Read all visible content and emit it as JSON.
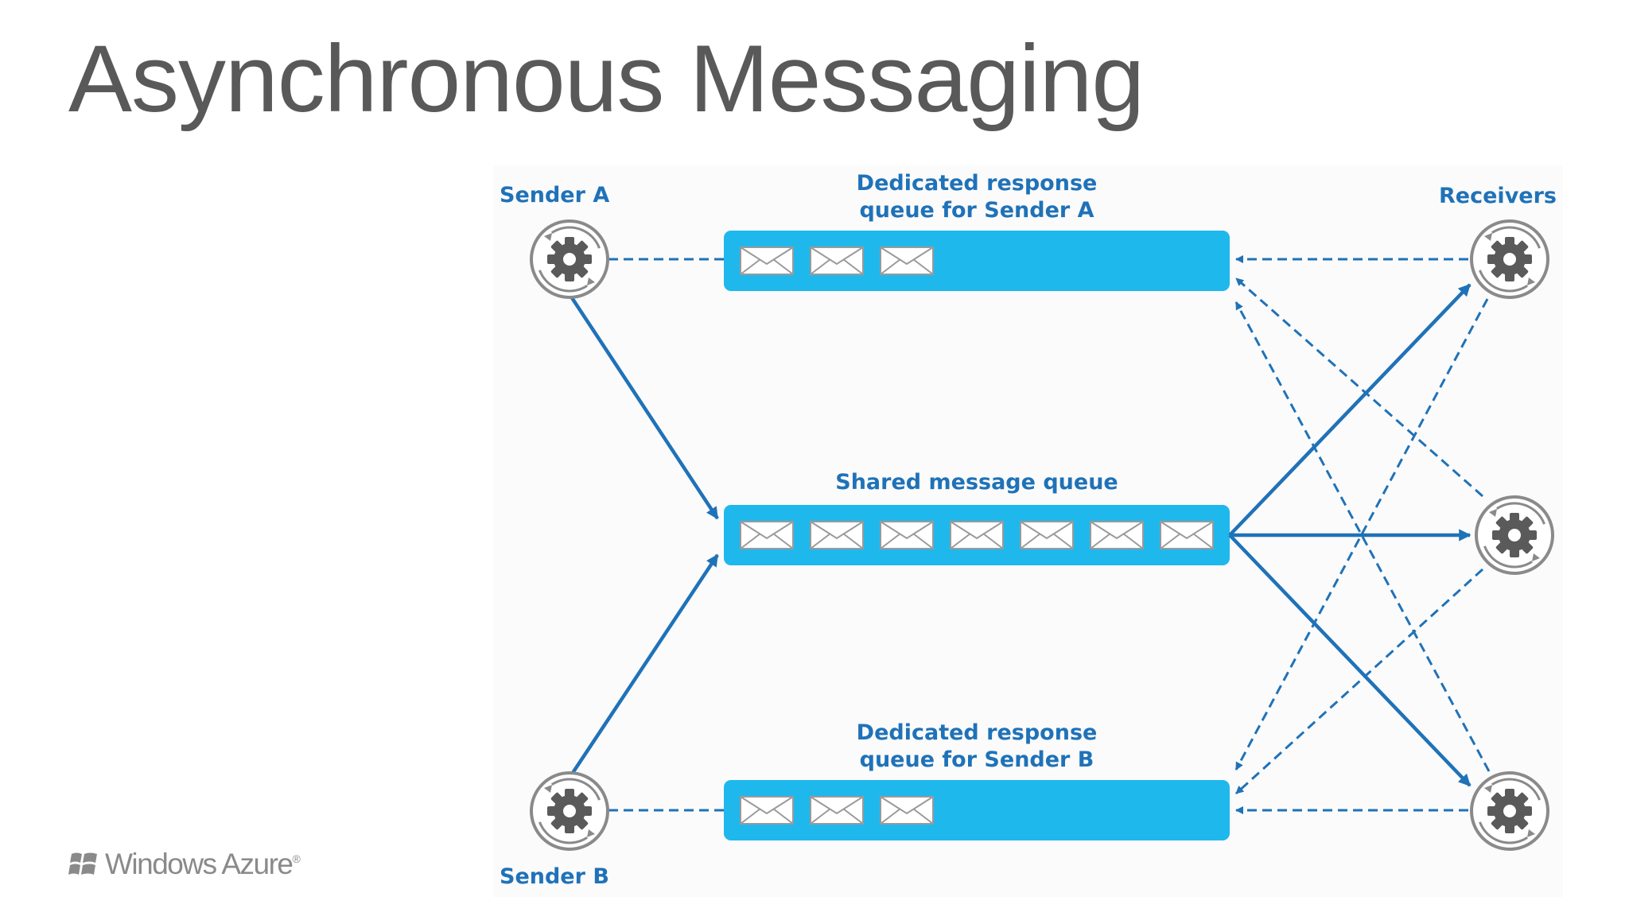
{
  "slide": {
    "title": "Asynchronous Messaging"
  },
  "diagram": {
    "senders": {
      "a_label": "Sender A",
      "b_label": "Sender B"
    },
    "receivers_label": "Receivers",
    "queues": {
      "response_a": {
        "label_line1": "Dedicated response",
        "label_line2": "queue for Sender A",
        "message_count": 3
      },
      "shared": {
        "label": "Shared message queue",
        "message_count": 7
      },
      "response_b": {
        "label_line1": "Dedicated response",
        "label_line2": "queue for Sender B",
        "message_count": 3
      }
    },
    "colors": {
      "queue_fill": "#1fb8ec",
      "arrow": "#1f72b8",
      "label": "#1f72b8",
      "node_gray": "#8a8a8a"
    }
  },
  "footer": {
    "brand": "Windows Azure",
    "tm": "®"
  }
}
